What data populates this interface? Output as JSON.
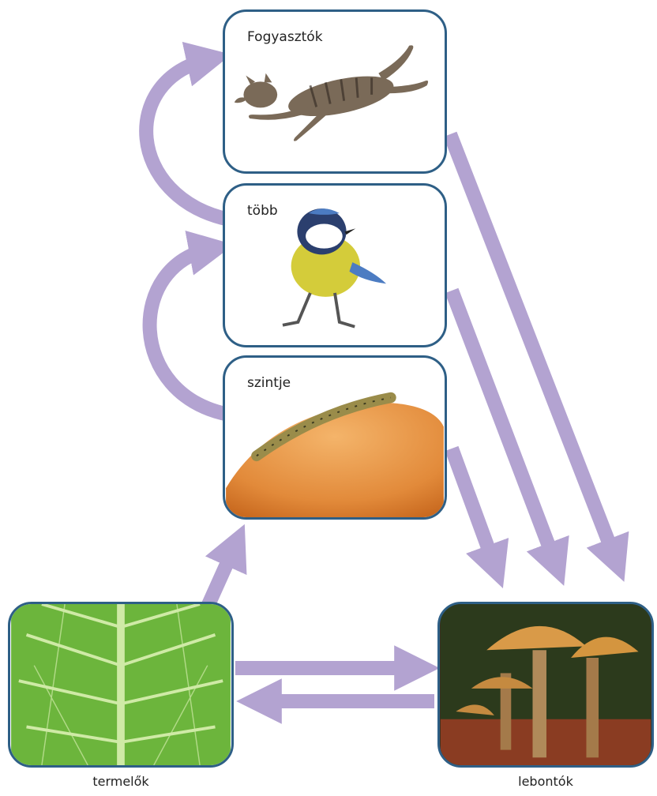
{
  "levels": {
    "consumer_top": {
      "label": "Fogyasztók",
      "image": "running-cat"
    },
    "consumer_mid": {
      "label": "több",
      "image": "blue-tit-bird"
    },
    "consumer_low": {
      "label": "szintje",
      "image": "caterpillar-on-fruit"
    }
  },
  "producers": {
    "label": "termelők",
    "image": "green-leaf"
  },
  "decomposers": {
    "label": "lebontók",
    "image": "mushrooms"
  },
  "colors": {
    "arrow": "#b3a3d1",
    "border": "#2e5f86"
  }
}
